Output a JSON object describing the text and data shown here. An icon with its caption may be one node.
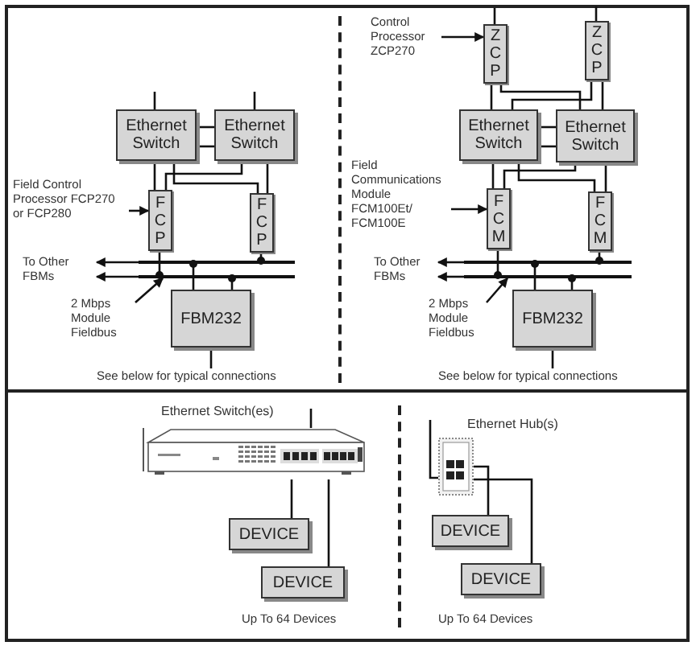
{
  "diagram": {
    "nodes": [
      {
        "text": [
          "Ethernet Switch"
        ]
      },
      {
        "text": [
          "Ethernet Switch"
        ]
      },
      {
        "text": [
          "Field Control Processor FCP270 or FCP280"
        ]
      },
      {
        "text": [
          "FCP"
        ]
      },
      {
        "text": [
          "FCP"
        ]
      },
      {
        "text": [
          "To Other FBMs"
        ]
      },
      {
        "text": [],
        "shape": "bar"
      },
      {
        "text": [],
        "shape": "bar"
      },
      {
        "text": [
          "2 Mbps Module Fieldbus"
        ]
      },
      {
        "text": [
          "FBM232"
        ]
      },
      {
        "text": [
          "Control Processor ZCP270"
        ]
      },
      {
        "text": [
          "ZCP"
        ]
      },
      {
        "text": [
          "ZCP"
        ]
      },
      {
        "text": [
          "Ethernet Switch"
        ]
      },
      {
        "text": [
          "Ethernet Switch"
        ]
      },
      {
        "text": [
          "Field Communications Module FCM100Et/ FCM100E"
        ]
      },
      {
        "text": [
          "FCM"
        ]
      },
      {
        "text": [
          "FCM"
        ]
      },
      {
        "text": [
          "To Other FBMs"
        ]
      },
      {
        "text": [],
        "shape": "bar"
      },
      {
        "text": [],
        "shape": "bar"
      },
      {
        "text": [
          "2 Mbps Module Fieldbus"
        ]
      },
      {
        "text": [
          "FBM232"
        ]
      },
      {
        "text": [],
        "shape": "picture",
        "beside": [
          "Ethernet Switch(es)"
        ]
      },
      {
        "text": [
          "DEVICE"
        ]
      },
      {
        "text": [
          "DEVICE"
        ]
      },
      {
        "text": [],
        "shape": "picture",
        "beside": [
          "Ethernet Hub(s)"
        ]
      },
      {
        "text": [
          "DEVICE"
        ]
      },
      {
        "text": [
          "DEVICE"
        ]
      },
      {
        "text": [
          "See below for typical connections"
        ]
      },
      {
        "text": [
          "See below for typical connections"
        ]
      }
    ],
    "edges": [
      {
        "from": null,
        "to": 0,
        "arrow": "none"
      },
      {
        "from": null,
        "to": 1,
        "arrow": "none"
      },
      {
        "from": 0,
        "to": 1,
        "arrow": "none"
      },
      {
        "from": 0,
        "to": 1,
        "arrow": "none"
      },
      {
        "from": 0,
        "to": 3,
        "arrow": "none"
      },
      {
        "from": 0,
        "to": 4,
        "arrow": "none"
      },
      {
        "from": 1,
        "to": 3,
        "arrow": "none"
      },
      {
        "from": 1,
        "to": 4,
        "arrow": "none"
      },
      {
        "from": 2,
        "to": 3,
        "arrow": "to"
      },
      {
        "from": 3,
        "to": 7,
        "arrow": "other"
      },
      {
        "from": 4,
        "to": 6,
        "arrow": "other"
      },
      {
        "from": 6,
        "to": 5,
        "arrow": "to"
      },
      {
        "from": 7,
        "to": 5,
        "arrow": "to"
      },
      {
        "from": 8,
        "to": 7,
        "arrow": "to"
      },
      {
        "from": 9,
        "to": 6,
        "arrow": "other"
      },
      {
        "from": 9,
        "to": 7,
        "arrow": "other"
      },
      {
        "from": 9,
        "to": 29,
        "arrow": "none"
      },
      {
        "from": null,
        "to": 11,
        "arrow": "none"
      },
      {
        "from": null,
        "to": 12,
        "arrow": "none"
      },
      {
        "from": 10,
        "to": 11,
        "arrow": "to"
      },
      {
        "from": 11,
        "to": 13,
        "arrow": "none"
      },
      {
        "from": 11,
        "to": 14,
        "arrow": "none"
      },
      {
        "from": 12,
        "to": 13,
        "arrow": "none"
      },
      {
        "from": 12,
        "to": 14,
        "arrow": "none"
      },
      {
        "from": 13,
        "to": 14,
        "arrow": "none"
      },
      {
        "from": 13,
        "to": 14,
        "arrow": "none"
      },
      {
        "from": 13,
        "to": 16,
        "arrow": "none"
      },
      {
        "from": 13,
        "to": 17,
        "arrow": "none"
      },
      {
        "from": 14,
        "to": 16,
        "arrow": "none"
      },
      {
        "from": 14,
        "to": 17,
        "arrow": "none"
      },
      {
        "from": 15,
        "to": 16,
        "arrow": "to"
      },
      {
        "from": 16,
        "to": 20,
        "arrow": "other"
      },
      {
        "from": 17,
        "to": 19,
        "arrow": "other"
      },
      {
        "from": 19,
        "to": 18,
        "arrow": "to"
      },
      {
        "from": 20,
        "to": 18,
        "arrow": "to"
      },
      {
        "from": 21,
        "to": 20,
        "arrow": "to"
      },
      {
        "from": 22,
        "to": 19,
        "arrow": "other"
      },
      {
        "from": 22,
        "to": 20,
        "arrow": "other"
      },
      {
        "from": 22,
        "to": 30,
        "arrow": "none"
      },
      {
        "from": 23,
        "to": null,
        "arrow": "none"
      },
      {
        "from": 23,
        "to": 24,
        "arrow": "none"
      },
      {
        "from": 23,
        "to": 25,
        "arrow": "none"
      },
      {
        "from": null,
        "to": 26,
        "arrow": "none"
      },
      {
        "from": 26,
        "to": 27,
        "arrow": "none"
      },
      {
        "from": 26,
        "to": 28,
        "arrow": "none"
      }
    ],
    "labels": [
      "Up To 64 Devices",
      "Up To 64 Devices"
    ]
  }
}
